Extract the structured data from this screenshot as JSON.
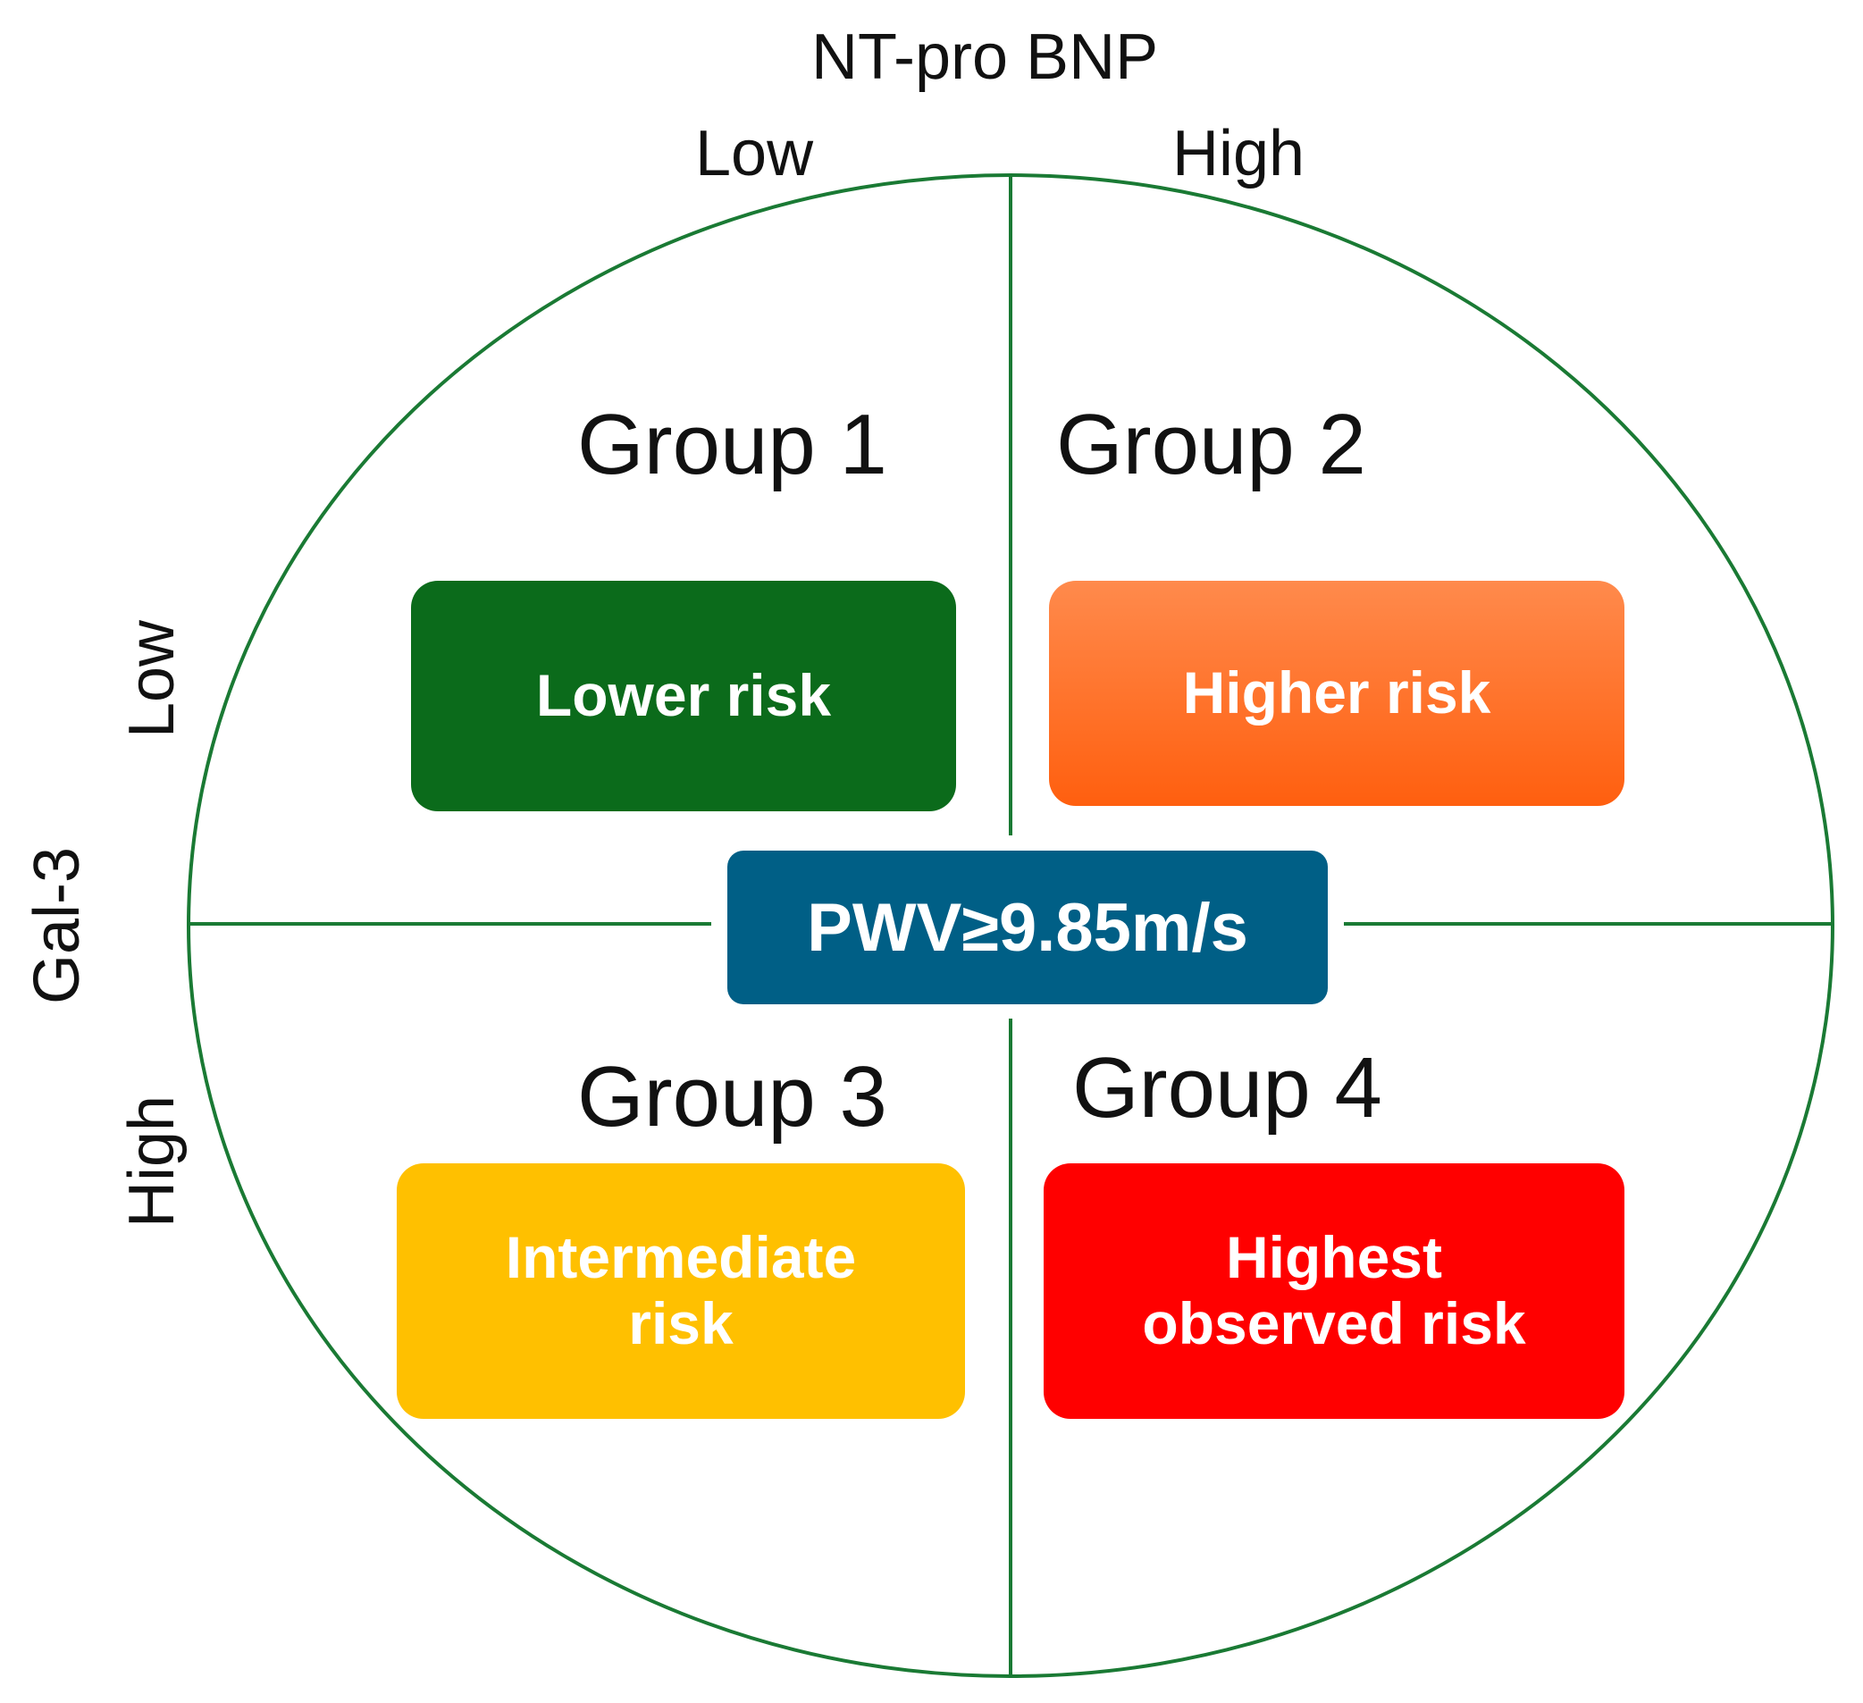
{
  "axes": {
    "top_title": "NT-pro BNP",
    "top_low": "Low",
    "top_high": "High",
    "left_title": "Gal-3",
    "left_low": "Low",
    "left_high": "High"
  },
  "groups": [
    {
      "title": "Group 1",
      "risk": "Lower risk",
      "color": "#0b6b1b"
    },
    {
      "title": "Group 2",
      "risk": "Higher risk",
      "color": "#ff6a1f"
    },
    {
      "title": "Group 3",
      "risk": "Intermediate\nrisk",
      "color": "#ffc000"
    },
    {
      "title": "Group 4",
      "risk": "Highest\nobserved risk",
      "color": "#ff0000"
    }
  ],
  "center": {
    "label": "PWV≥9.85m/s",
    "color": "#005f86"
  },
  "colors": {
    "circle_stroke": "#1a7a34",
    "text": "#111111"
  }
}
